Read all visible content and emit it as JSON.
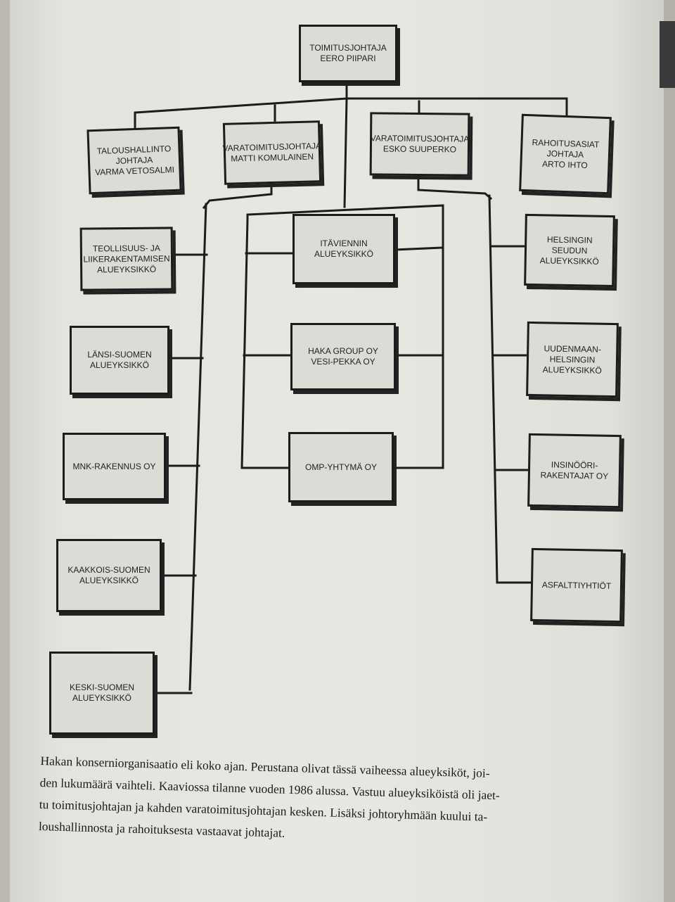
{
  "nodes": {
    "ceo": "TOIMITUSJOHTAJA\nEERO PIIPARI",
    "finance_admin": "TALOUSHALLINTO\nJOHTAJA\nVARMA VETOSALMI",
    "deputy_ceo_1": "VARATOIMITUSJOHTAJA\nMATTI KOMULAINEN",
    "deputy_ceo_2": "VARATOIMITUSJOHTAJA\nESKO SUUPERKO",
    "financing": "RAHOITUSASIAT\nJOHTAJA\nARTO IHTO",
    "industrial": "TEOLLISUUS- JA\nLIIKERAKENTAMISEN\nALUEYKSIKKÖ",
    "lansi": "LÄNSI-SUOMEN\nALUEYKSIKKÖ",
    "mnk": "MNK-RAKENNUS OY",
    "kaakkois": "KAAKKOIS-SUOMEN\nALUEYKSIKKÖ",
    "keski": "KESKI-SUOMEN\nALUEYKSIKKÖ",
    "itavienti": "ITÄVIENNIN\nALUEYKSIKKÖ",
    "haka_group": "HAKA GROUP OY\nVESI-PEKKA OY",
    "omp": "OMP-YHTYMÄ OY",
    "helsinki_region": "HELSINGIN SEUDUN\nALUEYKSIKKÖ",
    "uusimaa": "UUDENMAAN-\nHELSINGIN\nALUEYKSIKKÖ",
    "insinoori": "INSINÖÖRI-\nRAKENTAJAT OY",
    "asfaltti": "ASFALTTIYHTIÖT"
  },
  "caption": "Hakan konserniorganisaatio eli koko ajan. Perustana olivat tässä vaiheessa alueyksiköt, joi-\nden lukumäärä vaihteli. Kaaviossa tilanne vuoden 1986 alussa. Vastuu alueyksiköistä oli jaet-\ntu toimitusjohtajan ja kahden varatoimitusjohtajan kesken. Lisäksi johtoryhmään kuului ta-\nloushallinnosta ja rahoituksesta vastaavat johtajat."
}
